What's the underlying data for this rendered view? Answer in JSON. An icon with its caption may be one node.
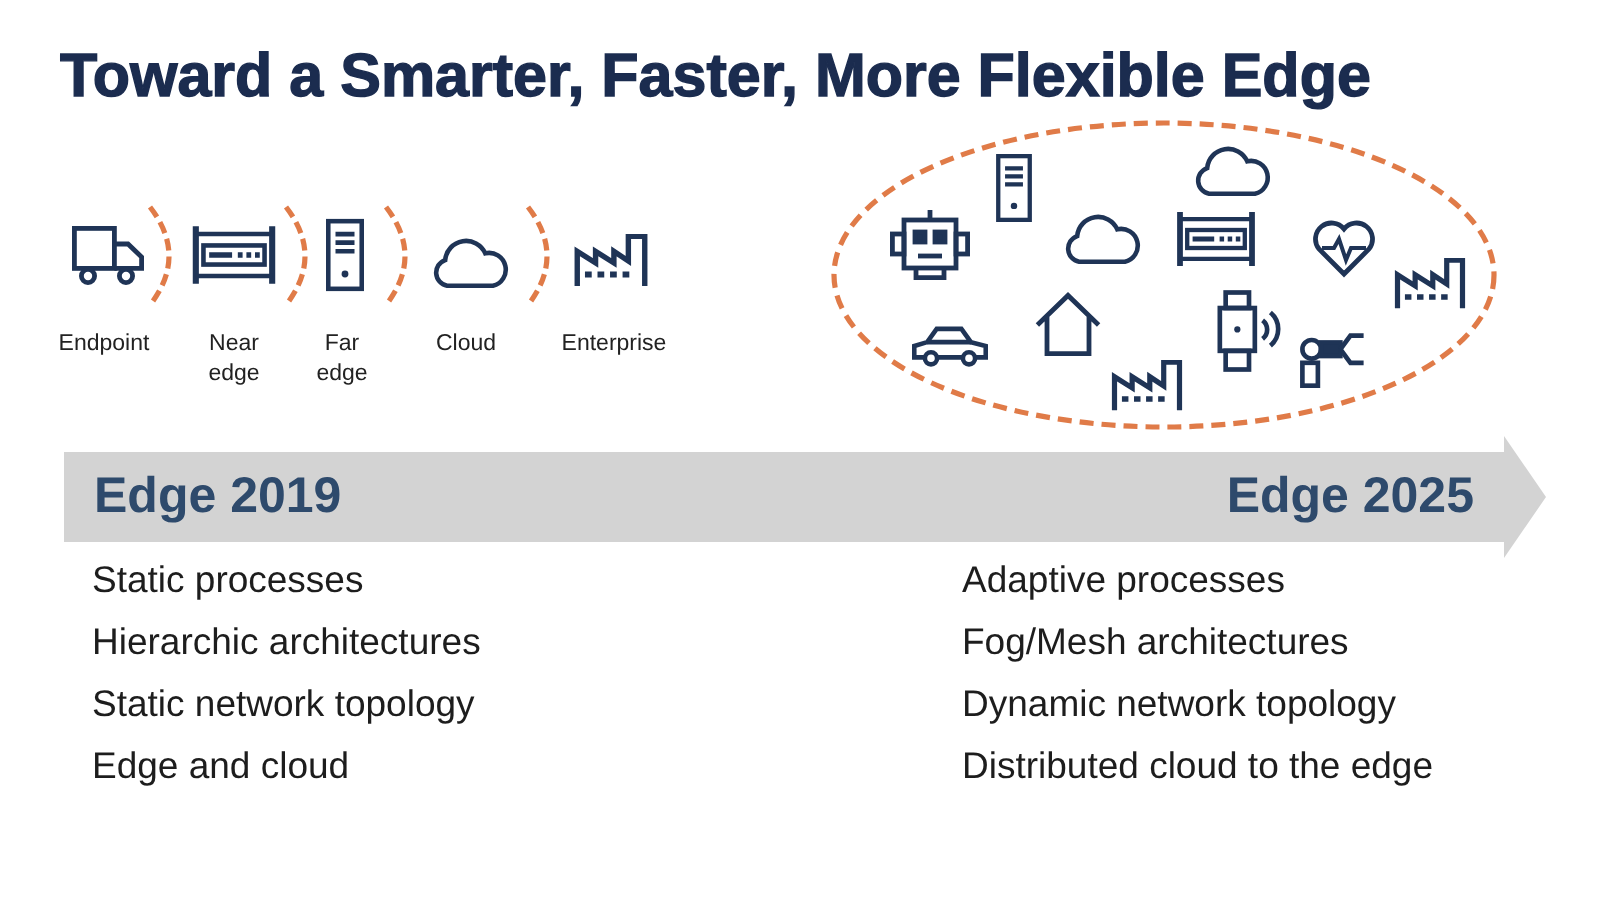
{
  "diagram": {
    "title": "Toward a Smarter, Faster, More Flexible Edge",
    "nodes": [
      {
        "text": [
          "Edge 2019",
          "Edge 2025"
        ]
      }
    ],
    "labels": [
      "Endpoint",
      "Near edge",
      "Far edge",
      "Cloud",
      "Enterprise",
      "Static processes",
      "Hierarchic architectures",
      "Static network topology",
      "Edge and cloud",
      "Adaptive processes",
      "Fog/Mesh architectures",
      "Dynamic network topology",
      "Distributed cloud to the edge"
    ]
  }
}
